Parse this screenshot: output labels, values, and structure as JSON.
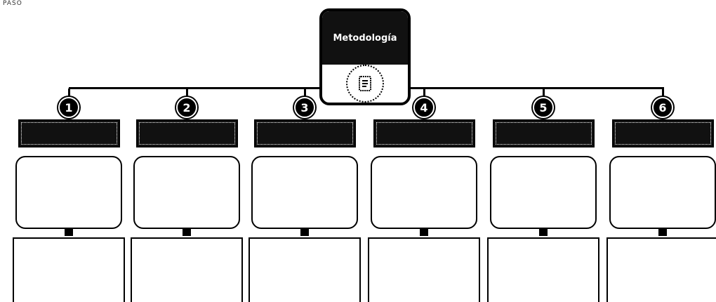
{
  "corner_label": "PASO",
  "root": {
    "title": "Metodología",
    "icon": "checklist-circle-icon"
  },
  "steps": [
    {
      "number": "1",
      "title": "",
      "description": "",
      "detail": ""
    },
    {
      "number": "2",
      "title": "",
      "description": "",
      "detail": ""
    },
    {
      "number": "3",
      "title": "",
      "description": "",
      "detail": ""
    },
    {
      "number": "4",
      "title": "",
      "description": "",
      "detail": ""
    },
    {
      "number": "5",
      "title": "",
      "description": "",
      "detail": ""
    },
    {
      "number": "6",
      "title": "",
      "description": "",
      "detail": ""
    }
  ]
}
